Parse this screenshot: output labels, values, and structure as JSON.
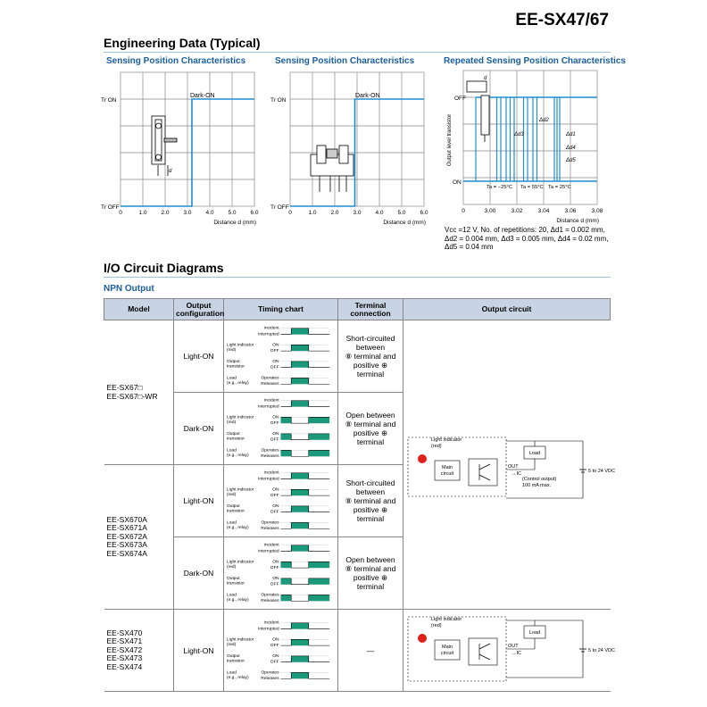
{
  "header": {
    "code": "EE-SX47/67"
  },
  "eng": {
    "title": "Engineering Data (Typical)"
  },
  "charts": [
    {
      "title": "Sensing Position Characteristics",
      "xlabel": "Distance d (mm)",
      "xticks": [
        "0",
        "1.0",
        "2.0",
        "3.0",
        "4.0",
        "5.0",
        "6.0"
      ],
      "ylabels": [
        "Tr ON",
        "Tr OFF"
      ],
      "curve": "Dark-ON"
    },
    {
      "title": "Sensing Position Characteristics",
      "xlabel": "Distance d (mm)",
      "xticks": [
        "0",
        "1.0",
        "2.0",
        "3.0",
        "4.0",
        "5.0",
        "6.0"
      ],
      "ylabels": [
        "Tr ON",
        "Tr OFF"
      ],
      "curve": "Dark-ON"
    },
    {
      "title": "Repeated Sensing Position Characteristics",
      "xlabel": "Distance d (mm)",
      "ylabel": "Output level transistor",
      "xticks": [
        "0",
        "3.00",
        "3.02",
        "3.04",
        "3.06",
        "3.08"
      ],
      "ylabels": [
        "OFF",
        "ON"
      ],
      "d": "d",
      "deltas": [
        "Δd2",
        "Δd3",
        "Δd1",
        "Δd4",
        "Δd5"
      ],
      "temps": [
        "Ta = −25°C",
        "Ta = 55°C",
        "Ta = 25°C"
      ],
      "note": [
        "Vcc =12 V, No. of repetitions: 20, Δd1 = 0.002 mm,",
        "Δd2 = 0.004 mm, Δd3 = 0.005 mm, Δd4 = 0.02 mm,",
        "Δd5 = 0.04 mm"
      ]
    }
  ],
  "chart_data": [
    {
      "type": "line",
      "title": "Sensing Position Characteristics",
      "xlabel": "Distance d (mm)",
      "xlim": [
        0,
        6
      ],
      "series": [
        {
          "name": "Dark-ON",
          "x": [
            0,
            3.2,
            3.2,
            6
          ],
          "y": [
            "Tr OFF",
            "Tr OFF",
            "Tr ON",
            "Tr ON"
          ]
        }
      ]
    },
    {
      "type": "line",
      "title": "Sensing Position Characteristics",
      "xlabel": "Distance d (mm)",
      "xlim": [
        0,
        6
      ],
      "series": [
        {
          "name": "Dark-ON",
          "x": [
            0,
            2.9,
            2.9,
            6
          ],
          "y": [
            "Tr OFF",
            "Tr OFF",
            "Tr ON",
            "Tr ON"
          ]
        }
      ]
    },
    {
      "type": "line",
      "title": "Repeated Sensing Position Characteristics",
      "xlabel": "Distance d (mm)",
      "xlim": [
        2.98,
        3.08
      ],
      "xticks": [
        3.0,
        3.02,
        3.04,
        3.06,
        3.08
      ],
      "transitions": [
        3.005,
        3.008,
        3.012,
        3.015,
        3.018,
        3.025,
        3.028,
        3.032,
        3.035,
        3.048,
        3.05,
        3.052
      ]
    }
  ],
  "io": {
    "title": "I/O Circuit Diagrams",
    "sub": "NPN Output"
  },
  "table": {
    "headers": {
      "model": "Model",
      "config": "Output configuration",
      "timing": "Timing chart",
      "terminal": "Terminal connection",
      "circuit": "Output circuit"
    },
    "models": {
      "g1": [
        "EE-SX67□",
        "EE-SX67□-WR"
      ],
      "g2": [
        "EE-SX670A",
        "EE-SX671A",
        "EE-SX672A",
        "EE-SX673A",
        "EE-SX674A"
      ],
      "g3": [
        "EE-SX470",
        "EE-SX471",
        "EE-SX472",
        "EE-SX473",
        "EE-SX474"
      ]
    },
    "config": {
      "light": "Light-ON",
      "dark": "Dark-ON"
    },
    "term": {
      "short": [
        "Short-circuited",
        "between",
        "⑧ terminal and",
        "positive ⊕",
        "terminal"
      ],
      "open": [
        "Open between",
        "⑧ terminal and",
        "positive ⊕",
        "terminal"
      ],
      "none": "—"
    },
    "timing": {
      "incident": "Incident",
      "interrupted": "Interrupted",
      "li": "Light indicator",
      "red": "(red)",
      "out": "Output",
      "tr": "transistor",
      "load": "Load",
      "relay": "(e.g., relay)",
      "on": "ON",
      "off": "OFF",
      "operates": "Operates",
      "releases": "Releases"
    },
    "circuit": {
      "li": "Light indicator",
      "red": "(red)",
      "main": "Main",
      "circ": "circuit",
      "out": "OUT",
      "ic": "IC",
      "load": "Load",
      "ctrl": "(Control output)",
      "ma": "100 mA max.",
      "vdc": "5 to 24 VDC"
    }
  }
}
